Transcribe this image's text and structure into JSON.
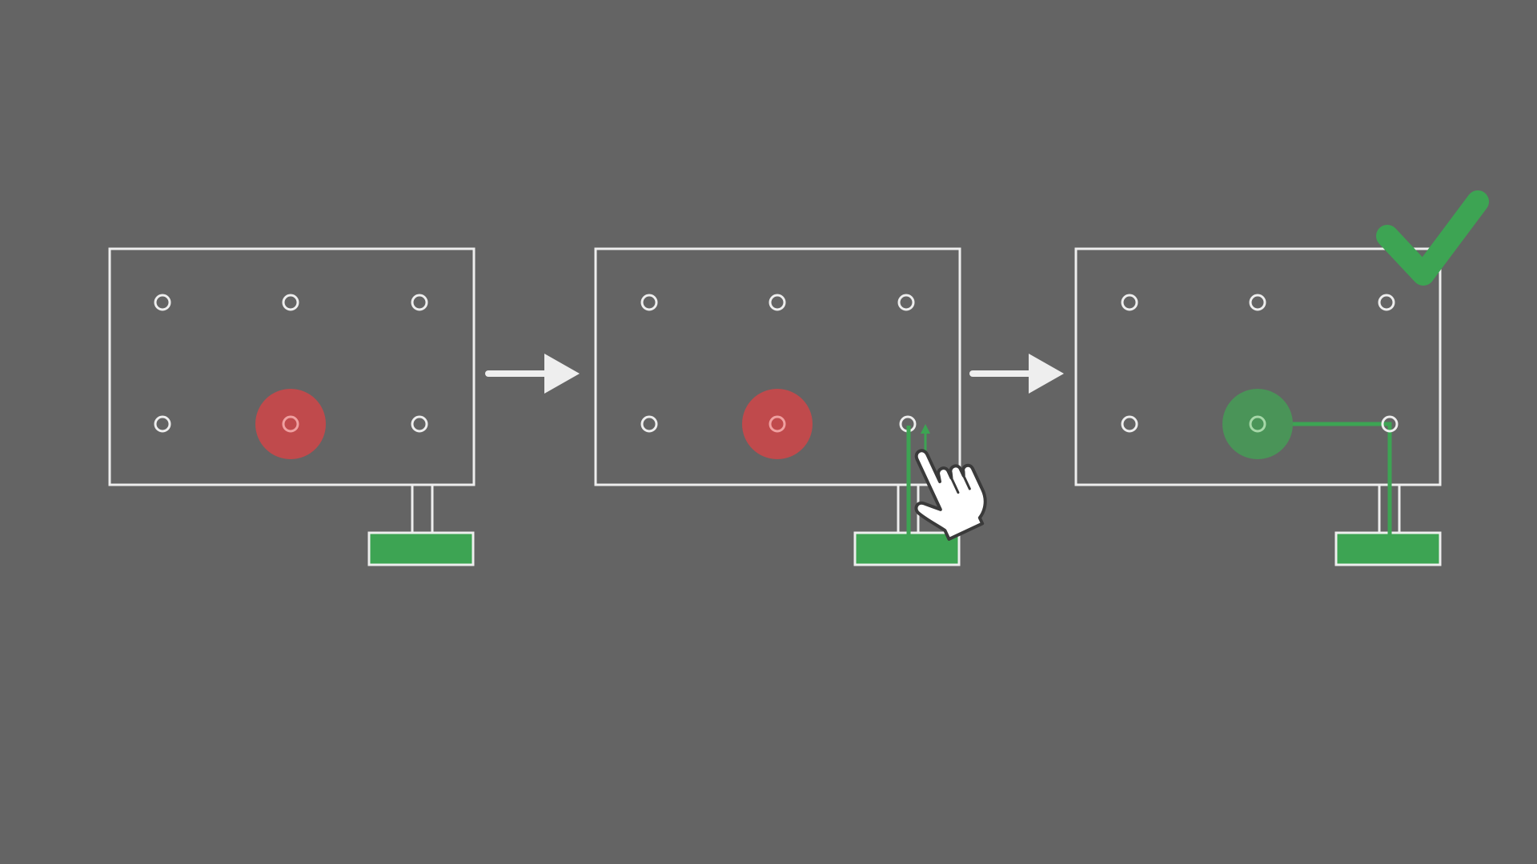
{
  "colors": {
    "background": "#646464",
    "outline": "#eeeeee",
    "hole": "#eeeeee",
    "connector": "#3da453",
    "target_unsolved": "#c04a4c",
    "target_unsolved_ring": "#f0a0a0",
    "target_solved": "#4a9458",
    "target_solved_ring": "#a6d8a8",
    "check": "#3da453",
    "cursor_fill": "#ffffff",
    "cursor_stroke": "#3a3a3a"
  },
  "panels": [
    {
      "name": "panel-start",
      "state": "unsolved",
      "target_hole": "row-2-col-2",
      "wire": "none",
      "cursor": false,
      "checkmark": false
    },
    {
      "name": "panel-connecting",
      "state": "unsolved",
      "target_hole": "row-2-col-2",
      "wire": "vertical-to-row-2-col-3",
      "cursor": true,
      "checkmark": false
    },
    {
      "name": "panel-solved",
      "state": "solved",
      "target_hole": "row-2-col-2",
      "wire": "to-row-2-col-3-then-row-2-col-2",
      "cursor": false,
      "checkmark": true
    }
  ],
  "icons": {
    "step_arrow": "right-arrow-icon",
    "cursor": "pointing-hand-cursor-icon",
    "success": "checkmark-icon"
  }
}
